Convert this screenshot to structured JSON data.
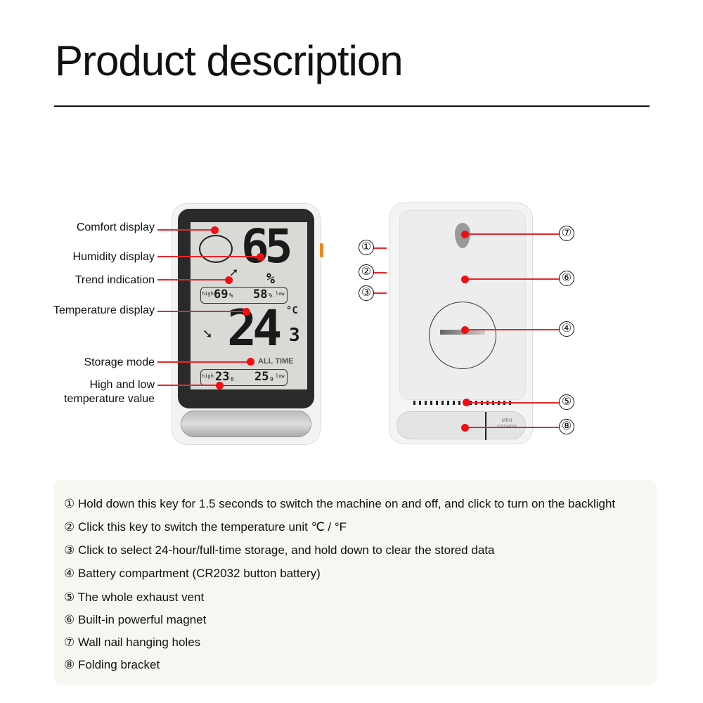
{
  "title": "Product description",
  "front_labels": [
    "Comfort display",
    "Humidity display",
    "Trend indication",
    "Temperature display",
    "Storage mode",
    "High and low\ntemperature value"
  ],
  "lcd": {
    "humidity": "65",
    "percent": "%",
    "high_label": "high",
    "low_label": "low",
    "hum_high": "69",
    "hum_low": "58",
    "hum_unit": "%",
    "temp_main": "24",
    "temp_decimal": "3",
    "temp_unit": "°C",
    "mode": "ALL TIME",
    "temp_high": "23",
    "temp_high_dec": "6",
    "temp_low": "25",
    "temp_low_dec": "9"
  },
  "back": {
    "stand_text": "MINI\nSTANDS"
  },
  "callouts": [
    "①",
    "②",
    "③",
    "④",
    "⑤",
    "⑥",
    "⑦",
    "⑧"
  ],
  "descriptions": [
    "① Hold down this key for 1.5 seconds to switch the machine on and off, and click to turn on the backlight",
    "② Click this key to switch the temperature unit ℃ / °F",
    "③ Click to select 24-hour/full-time storage, and hold down to clear the stored data",
    "④ Battery compartment (CR2032 button battery)",
    "⑤ The whole exhaust vent",
    "⑥ Built-in powerful magnet",
    "⑦ Wall nail hanging holes",
    "⑧ Folding bracket"
  ]
}
